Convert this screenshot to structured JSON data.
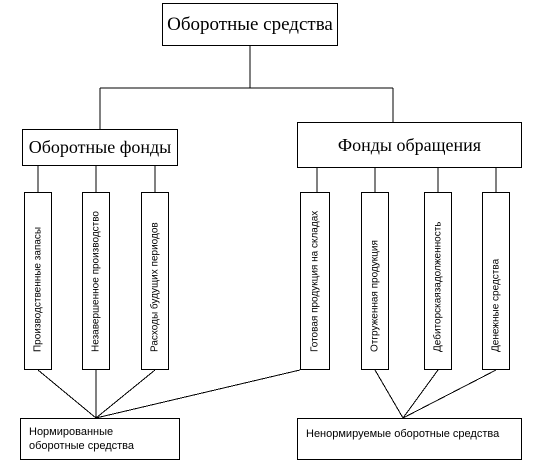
{
  "root": {
    "label": "Оборотные средства"
  },
  "groups": [
    {
      "label": "Оборотные фонды",
      "items": [
        "Производственные запасы",
        "Незавершенное производство",
        "Расходы будущих периодов"
      ]
    },
    {
      "label": "Фонды обращения",
      "items": [
        "Готовая продукция на складах",
        "Отгруженная продукция",
        "Дебиторскаязадолженность",
        "Денежные средства"
      ]
    }
  ],
  "summaries": {
    "normed": {
      "line1": "Нормированные",
      "line2": "оборотные средства"
    },
    "unnormed": {
      "label": "Ненормируемые оборотные средства"
    }
  }
}
